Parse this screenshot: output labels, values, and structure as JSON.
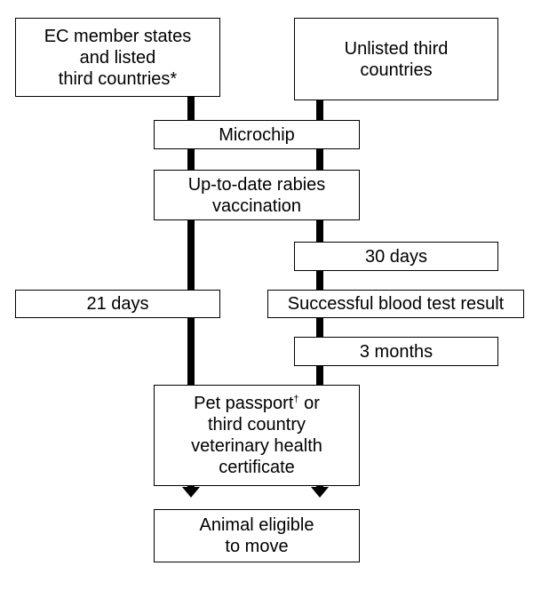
{
  "diagram": {
    "origin_left": "EC member states\nand listed\nthird countries*",
    "origin_right": "Unlisted third\ncountries",
    "microchip": "Microchip",
    "rabies_vaccination": "Up-to-date rabies\nvaccination",
    "wait_30_days": "30 days",
    "wait_21_days": "21 days",
    "blood_test": "Successful blood test result",
    "wait_3_months": "3 months",
    "passport_part1": "Pet passport",
    "passport_dagger": "†",
    "passport_part2": " or\nthird country\nveterinary health\ncertificate",
    "eligible": "Animal eligible\nto move"
  }
}
